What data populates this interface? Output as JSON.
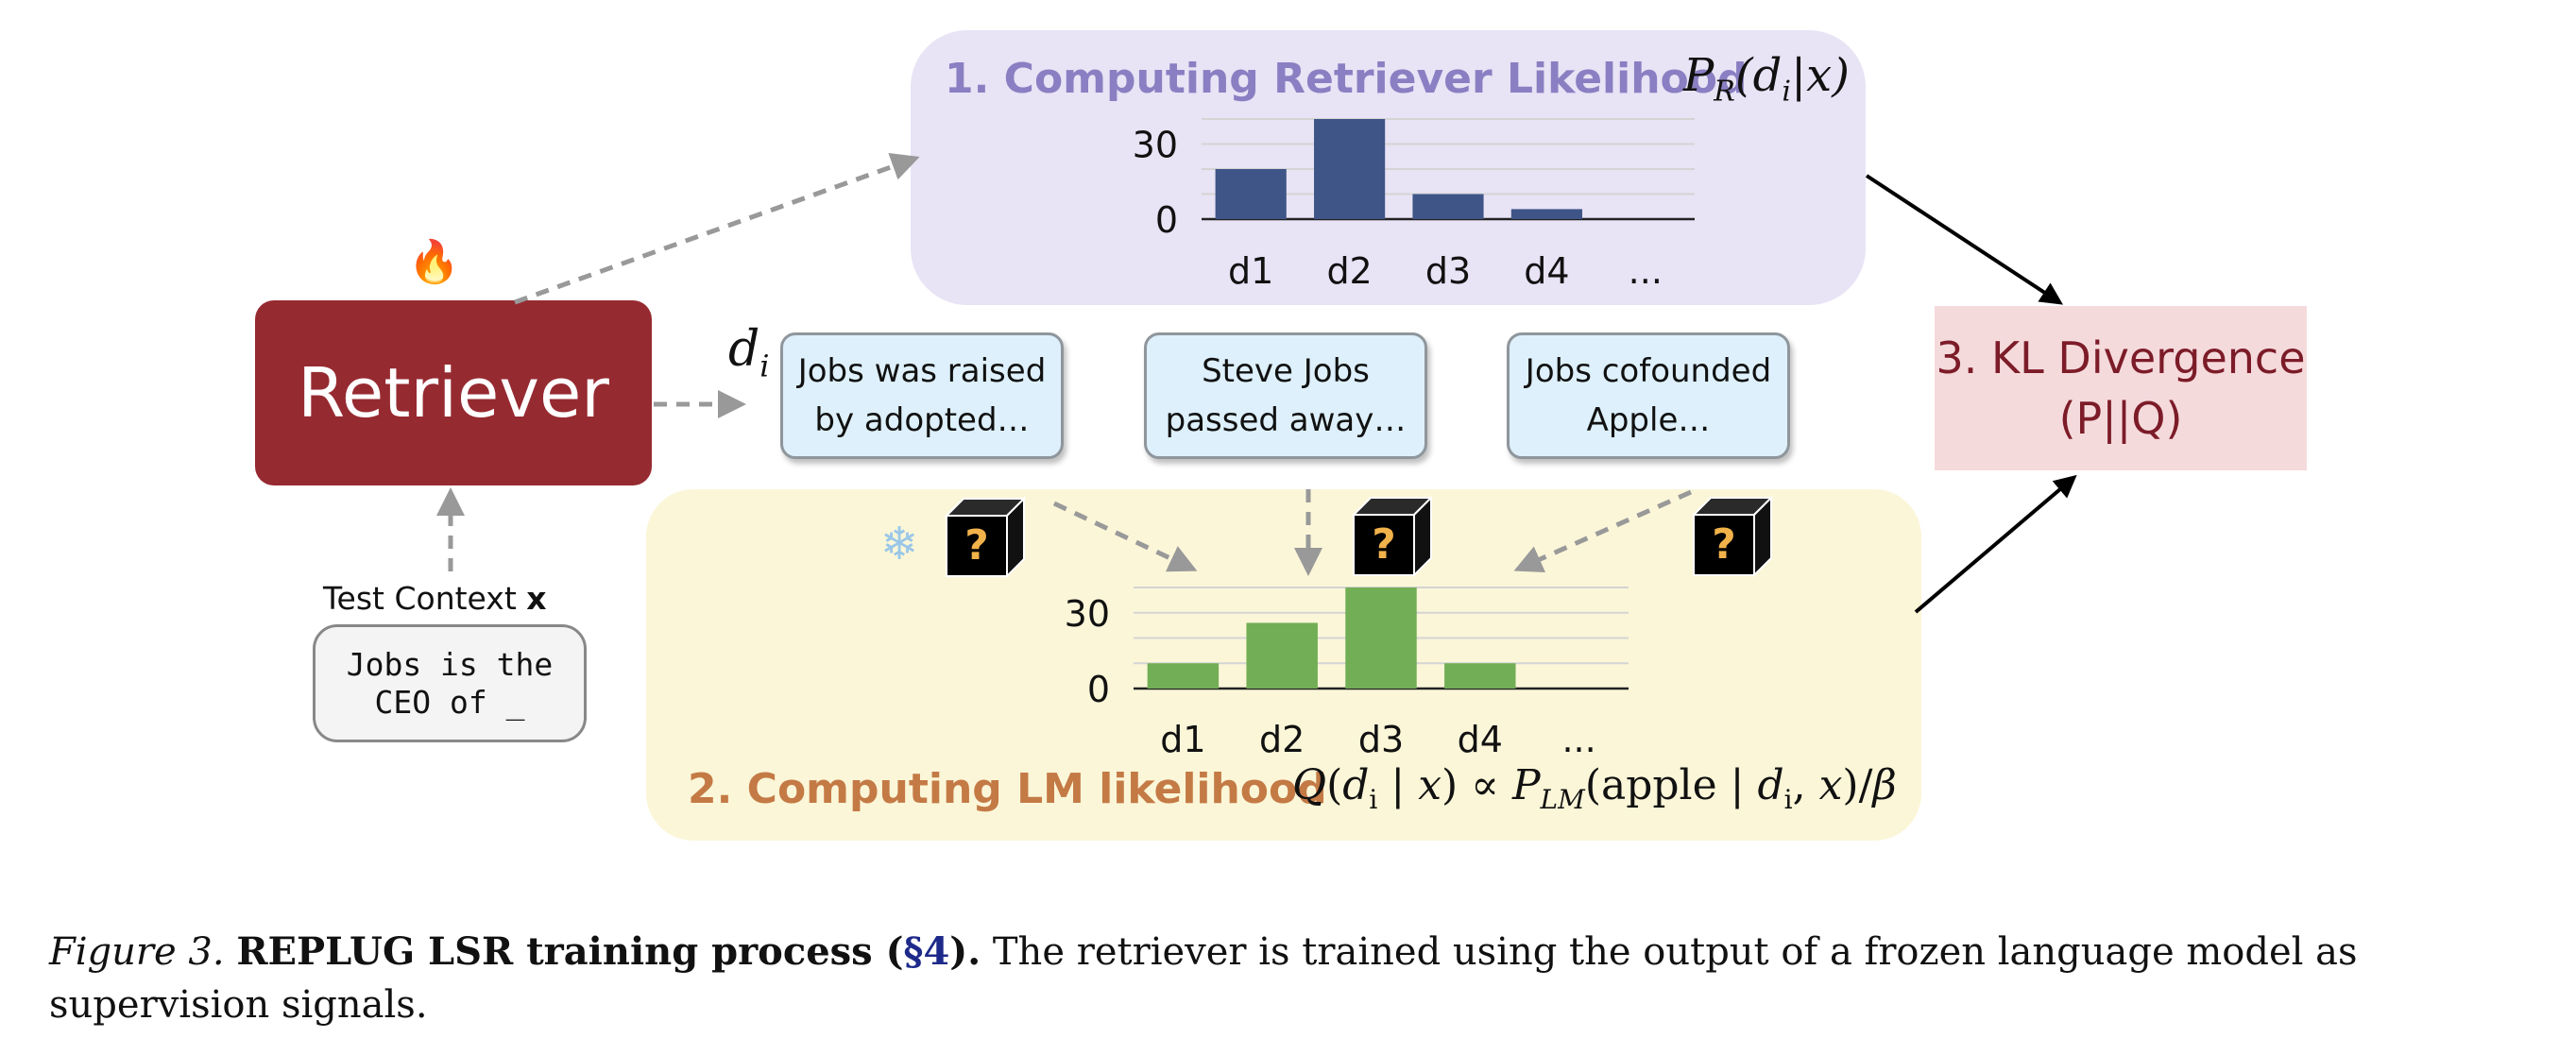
{
  "colors": {
    "retriever_panel": "#e8e3f5",
    "lm_panel": "#fbf6d8",
    "retriever_box": "#962a31",
    "retriever_bars": "#3f5588",
    "lm_bars": "#72ae55",
    "doc_box": "#ddf0fb",
    "kl_box": "#f5dadc"
  },
  "retriever_panel": {
    "title": "1. Computing Retriever Likelihood",
    "formula_parts": {
      "p": "P",
      "sub": "R",
      "body": "(d",
      "sub_i": "i",
      "rest": "|x)"
    }
  },
  "lm_panel": {
    "title": "2. Computing LM likelihood",
    "formula": {
      "q": "Q",
      "open": "(",
      "d": "d",
      "sub_i": "i",
      "mid": " | ",
      "x": "x",
      "close": ") ∝ ",
      "p": "P",
      "sub_lm": "LM",
      "tail": "(apple | ",
      "d2": "d",
      "sub_i2": "i",
      "comma": ", ",
      "x2": "x",
      "end": ")/",
      "beta": "β"
    }
  },
  "retriever": {
    "label": "Retriever",
    "fire_icon": "🔥"
  },
  "test_context": {
    "label": "Test Context ",
    "label_bold": "x",
    "text": "Jobs is the\nCEO of _"
  },
  "di_label": {
    "d": "d",
    "sub": "i"
  },
  "documents": [
    {
      "text": "Jobs was raised\nby adopted…"
    },
    {
      "text": "Steve Jobs\npassed away…"
    },
    {
      "text": "Jobs cofounded\nApple…"
    }
  ],
  "kl": {
    "text": "3. KL Divergence\n(P||Q)"
  },
  "icons": {
    "snowflake": "❄",
    "black_box": "question-box-icon",
    "box_glyph": "?"
  },
  "chart_data": [
    {
      "type": "bar",
      "title": "1. Computing Retriever Likelihood",
      "categories": [
        "d1",
        "d2",
        "d3",
        "d4",
        "..."
      ],
      "values": [
        20,
        40,
        10,
        4
      ],
      "yticks": [
        "30",
        "0"
      ],
      "ylim": [
        0,
        40
      ],
      "grid": true
    },
    {
      "type": "bar",
      "title": "2. Computing LM likelihood",
      "categories": [
        "d1",
        "d2",
        "d3",
        "d4",
        "..."
      ],
      "values": [
        10,
        26,
        40,
        10
      ],
      "yticks": [
        "30",
        "0"
      ],
      "ylim": [
        0,
        40
      ],
      "grid": true
    }
  ],
  "caption": {
    "figure_label": "Figure 3.",
    "bold_a": "REPLUG LSR training process (",
    "ref": "§4",
    "bold_b": ").",
    "body": " The retriever is trained using the output of a frozen language model as supervision signals."
  }
}
